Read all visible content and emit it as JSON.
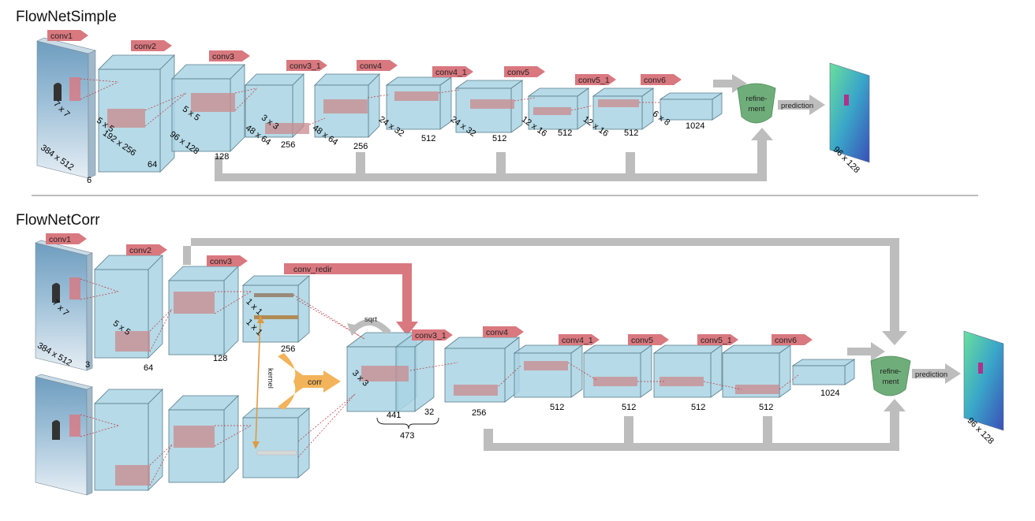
{
  "simple": {
    "title": "FlowNetSimple",
    "input_dims": "384 x 512",
    "input_channels": "6",
    "kernel_label": "7 x 7",
    "convs": [
      "conv1",
      "conv2",
      "conv3",
      "conv3_1",
      "conv4",
      "conv4_1",
      "conv5",
      "conv5_1",
      "conv6"
    ],
    "dims": [
      "192 x 256",
      "96 x 128",
      "48 x 64",
      "24 x 32",
      "24 x 32",
      "12 x 16",
      "12 x 16",
      "6 x 8"
    ],
    "kernels": [
      "5 x 5",
      "5 x 5",
      "3 x 3"
    ],
    "channels": [
      "64",
      "128",
      "256",
      "256",
      "512",
      "512",
      "512",
      "512",
      "1024"
    ],
    "refinement": "refine-\nment",
    "prediction": "prediction",
    "output_dims": "96 x 128"
  },
  "corr": {
    "title": "FlowNetCorr",
    "input_dims": "384 x 512",
    "input_channels": "3",
    "kernel_label": "7 x 7",
    "convs": [
      "conv1",
      "conv2",
      "conv3",
      "conv_redir",
      "conv3_1",
      "conv4",
      "conv4_1",
      "conv5",
      "conv5_1",
      "conv6"
    ],
    "kernels": [
      "5 x 5",
      "1 x 1",
      "1 x 1",
      "3 x 3"
    ],
    "channels": [
      "64",
      "128",
      "256",
      "256",
      "512",
      "512",
      "512",
      "512",
      "1024"
    ],
    "kernel_word": "kernel",
    "corr_label": "corr",
    "sqrt_label": "sqrt",
    "concat_a": "441",
    "concat_b": "32",
    "concat_total": "473",
    "refinement": "refine-\nment",
    "prediction": "prediction",
    "output_dims": "96 x 128"
  },
  "colors": {
    "block_fill": "#a9d3e3",
    "block_stroke": "#5a7e8c",
    "conv_arrow": "#d9787f",
    "skip_arrow": "#bdbdbd",
    "refine": "#6fae7a",
    "corr_arrow": "#f2b35a",
    "kernel_box": "#c9898d"
  }
}
